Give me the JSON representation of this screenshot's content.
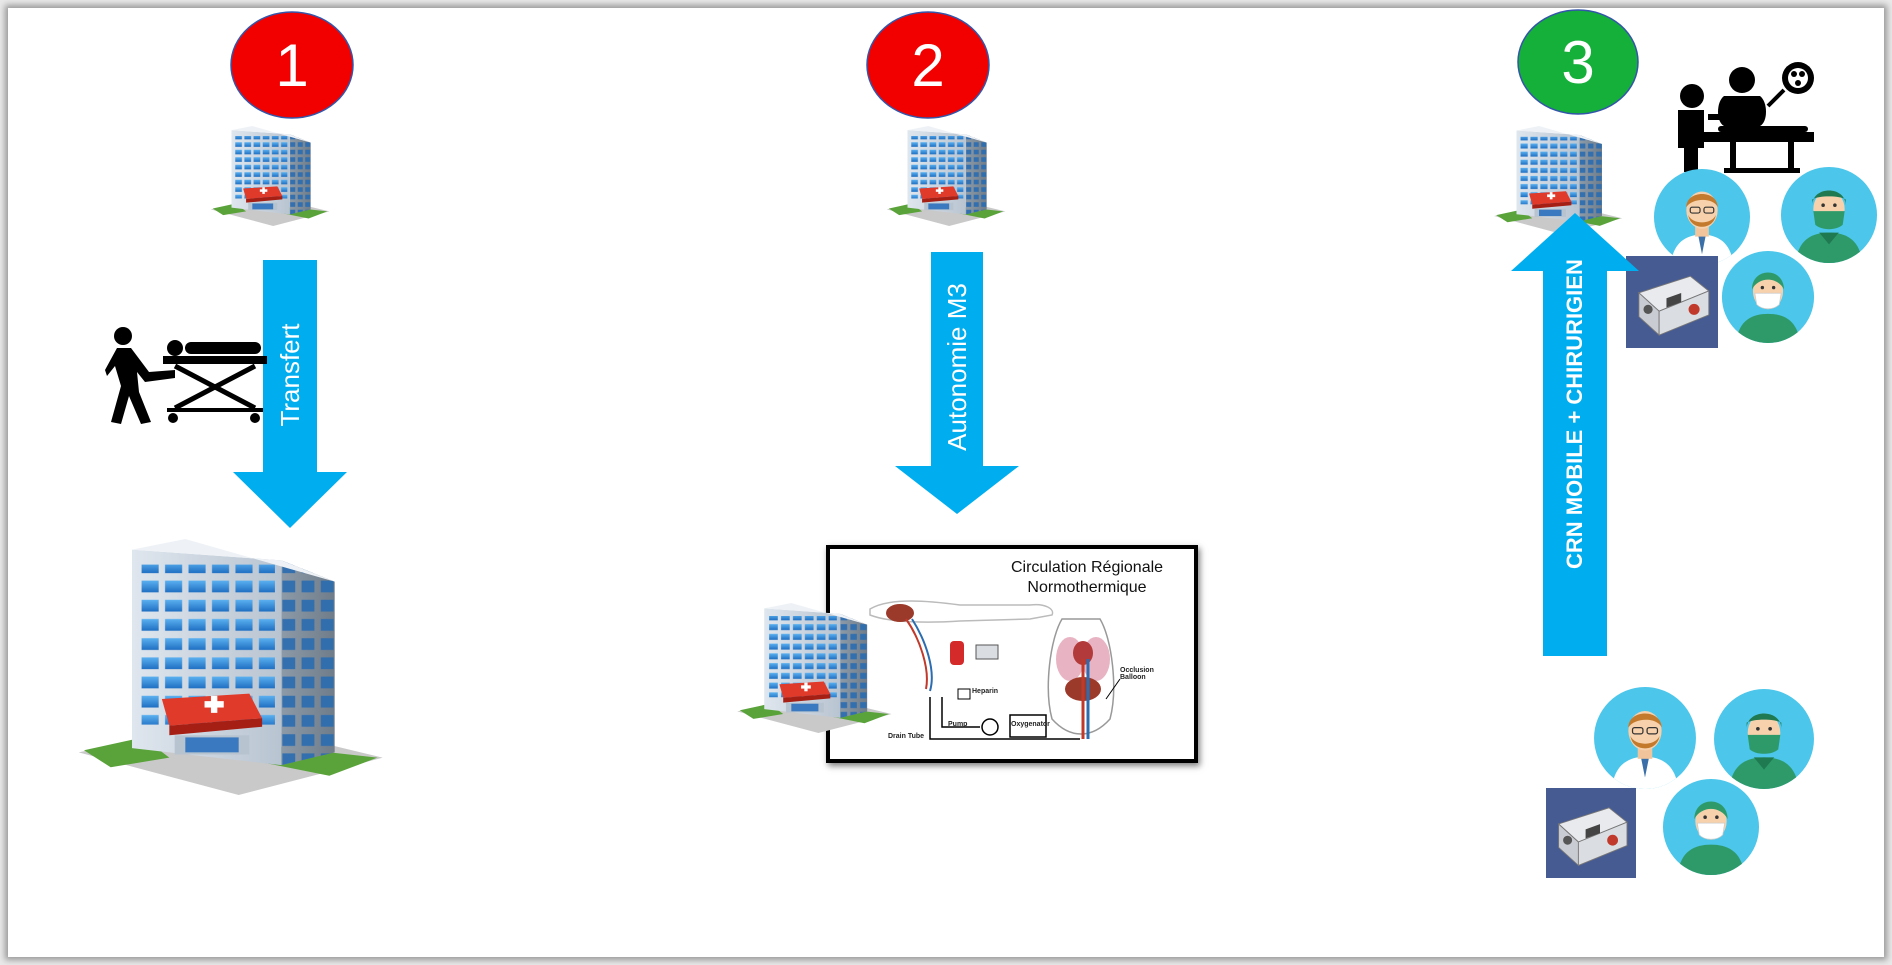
{
  "steps": [
    {
      "number": "1",
      "color": "#f20000"
    },
    {
      "number": "2",
      "color": "#f20000"
    },
    {
      "number": "3",
      "color": "#15b03a"
    }
  ],
  "arrows": {
    "transfer": {
      "label": "Transfert",
      "direction": "down"
    },
    "autonomy": {
      "label": "Autonomie M3",
      "direction": "down"
    },
    "crn_mobile": {
      "label": "CRN MOBILE + CHIRURIGIEN",
      "direction": "up"
    }
  },
  "crn_diagram": {
    "title_line1": "Circulation Régionale",
    "title_line2": "Normothermique",
    "labels": {
      "heparin": "Heparin",
      "pump": "Pump",
      "oxygenator": "Oxygenator",
      "drain_tube": "Drain Tube",
      "occlusion_balloon": "Occlusion Balloon"
    }
  },
  "colors": {
    "arrow": "#00aef0",
    "circle_outline": "#3355aa",
    "avatar_bg": "#4cc6ea"
  },
  "icons": [
    "hospital-building-icon",
    "stretcher-transport-icon",
    "surgery-team-icon",
    "doctor-avatar-icon",
    "surgeon-avatar-icon",
    "perfusion-machine-icon"
  ]
}
